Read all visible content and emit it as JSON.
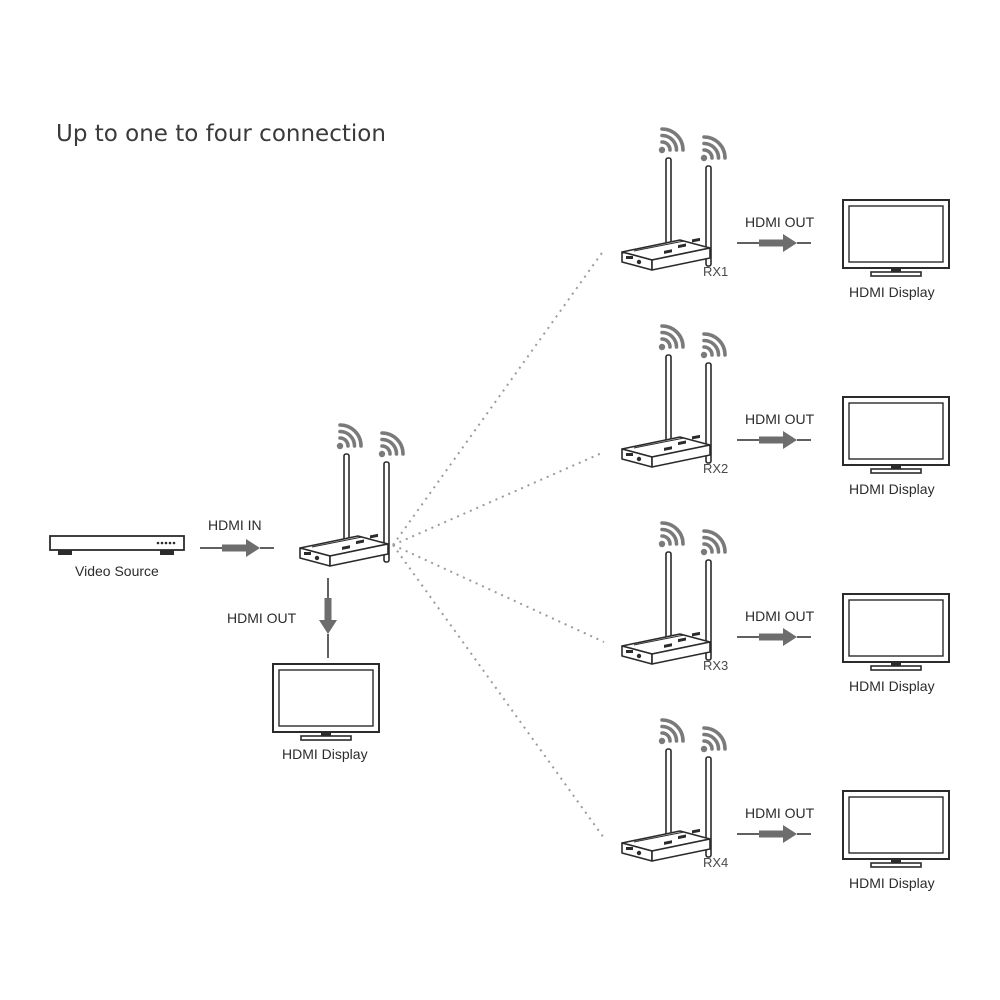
{
  "title": "Up to one to four connection",
  "source": {
    "label": "Video Source",
    "input_label": "HDMI IN"
  },
  "transmitter": {
    "output_label": "HDMI OUT",
    "display_label": "HDMI Display"
  },
  "receivers": [
    {
      "label": "RX1",
      "output_label": "HDMI OUT",
      "display_label": "HDMI Display"
    },
    {
      "label": "RX2",
      "output_label": "HDMI OUT",
      "display_label": "HDMI Display"
    },
    {
      "label": "RX3",
      "output_label": "HDMI OUT",
      "display_label": "HDMI Display"
    },
    {
      "label": "RX4",
      "output_label": "HDMI OUT",
      "display_label": "HDMI Display"
    }
  ],
  "icons": {
    "wireless": "wifi-signal-icon",
    "arrow": "arrow-right-icon",
    "display": "monitor-icon",
    "device": "wireless-hdmi-box-icon",
    "source": "video-source-box-icon"
  },
  "colors": {
    "line": "#2b2b2b",
    "arrow": "#6d6d6d",
    "dotted": "#9b9b9b",
    "text": "#2c2c2c"
  }
}
